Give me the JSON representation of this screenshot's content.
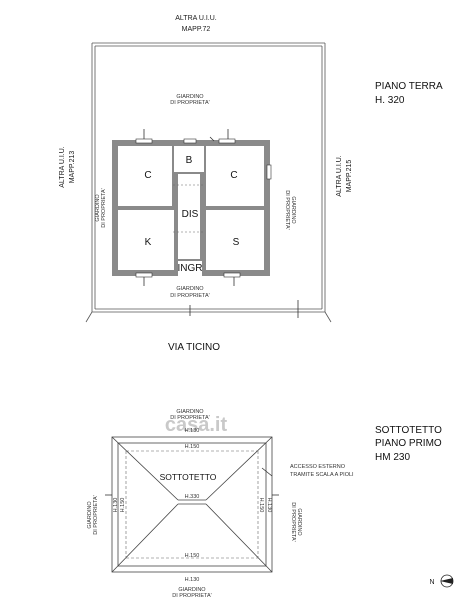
{
  "ground_floor": {
    "title": "PIANO TERRA",
    "height": "H. 320",
    "neighbor_top_line1": "ALTRA U.I.U.",
    "neighbor_top_line2": "MAPP.72",
    "neighbor_left_line1": "ALTRA U.I.U.",
    "neighbor_left_line2": "MAPP.213",
    "neighbor_right_line1": "ALTRA U.I.U.",
    "neighbor_right_line2": "MAPP.215",
    "street": "VIA TICINO",
    "garden_line1": "GIARDINO",
    "garden_line2": "DI PROPRIETA'",
    "rooms": {
      "b": "B",
      "c_left": "C",
      "c_right": "C",
      "dis": "DIS",
      "k": "K",
      "s": "S",
      "ingr": "INGR"
    }
  },
  "attic": {
    "title_line1": "SOTTOTETTO",
    "title_line2": "PIANO PRIMO",
    "height": "HM 230",
    "room_label": "SOTTOTETTO",
    "center_height": "H.330",
    "h150": "H.150",
    "h130": "H.130",
    "garden_line1": "GIARDINO",
    "garden_line2": "DI PROPRIETA'",
    "access_line1": "ACCESSO ESTERNO",
    "access_line2": "TRAMITE SCALA A PIOLI"
  },
  "watermark": "casa.it",
  "north": "N"
}
